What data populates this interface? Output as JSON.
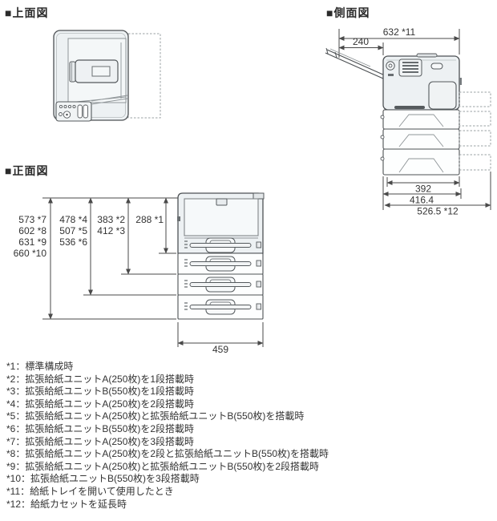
{
  "titles": {
    "top_view": "■上面図",
    "side_view": "■側面図",
    "front_view": "■正面図"
  },
  "side_view": {
    "dim_total_width": "632 *11",
    "dim_tray_extension": "240",
    "dim_inner_width": "392",
    "dim_body_depth": "416.4",
    "dim_extended_depth": "526.5 *12"
  },
  "front_view": {
    "heights_col1": [
      "573 *7",
      "602 *8",
      "631 *9",
      "660 *10"
    ],
    "heights_col2": [
      "478 *4",
      "507 *5",
      "536 *6"
    ],
    "heights_col3": [
      "383 *2",
      "412 *3"
    ],
    "heights_col4": [
      "288 *1"
    ],
    "dim_width": "459"
  },
  "footnotes": [
    "*1：標準構成時",
    "*2：拡張給紙ユニットA(250枚)を1段搭載時",
    "*3：拡張給紙ユニットB(550枚)を1段搭載時",
    "*4：拡張給紙ユニットA(250枚)を2段搭載時",
    "*5：拡張給紙ユニットA(250枚)と拡張給紙ユニットB(550枚)を搭載時",
    "*6：拡張給紙ユニットB(550枚)を2段搭載時",
    "*7：拡張給紙ユニットA(250枚)を3段搭載時",
    "*8：拡張給紙ユニットA(250枚)を2段と拡張給紙ユニットB(550枚)を搭載時",
    "*9：拡張給紙ユニットA(250枚)と拡張給紙ユニットB(550枚)を2段搭載時",
    "*10：拡張給紙ユニットB(550枚)を3段搭載時",
    "*11：給紙トレイを開いて使用したとき",
    "*12：給紙カセットを延長時"
  ],
  "colors": {
    "printer_body": "#edf1f3",
    "outline": "#4d5154",
    "dimension_line": "#4a4a4a",
    "text": "#333333",
    "background": "#ffffff"
  }
}
